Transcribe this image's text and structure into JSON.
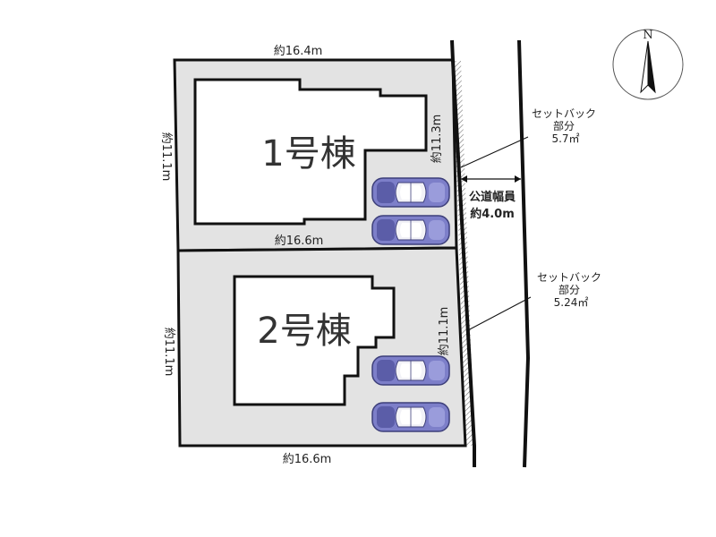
{
  "north": {
    "label": "N"
  },
  "lot1": {
    "building_label": "1号棟",
    "top_dim": "約16.4m",
    "left_dim": "約11.1m",
    "right_dim": "約11.3m",
    "bottom_dim": "約16.6m"
  },
  "lot2": {
    "building_label": "2号棟",
    "left_dim": "約11.1m",
    "right_dim": "約11.1m",
    "bottom_dim": "約16.6m"
  },
  "setback1": {
    "line1": "セットバック",
    "line2": "部分",
    "area": "5.7㎡"
  },
  "setback2": {
    "line1": "セットバック",
    "line2": "部分",
    "area": "5.24㎡"
  },
  "road": {
    "label": "公道幅員",
    "width": "約4.0m"
  },
  "colors": {
    "lot_fill": "#e3e3e3",
    "car_body": "#7d7fc9",
    "line": "#111111"
  }
}
